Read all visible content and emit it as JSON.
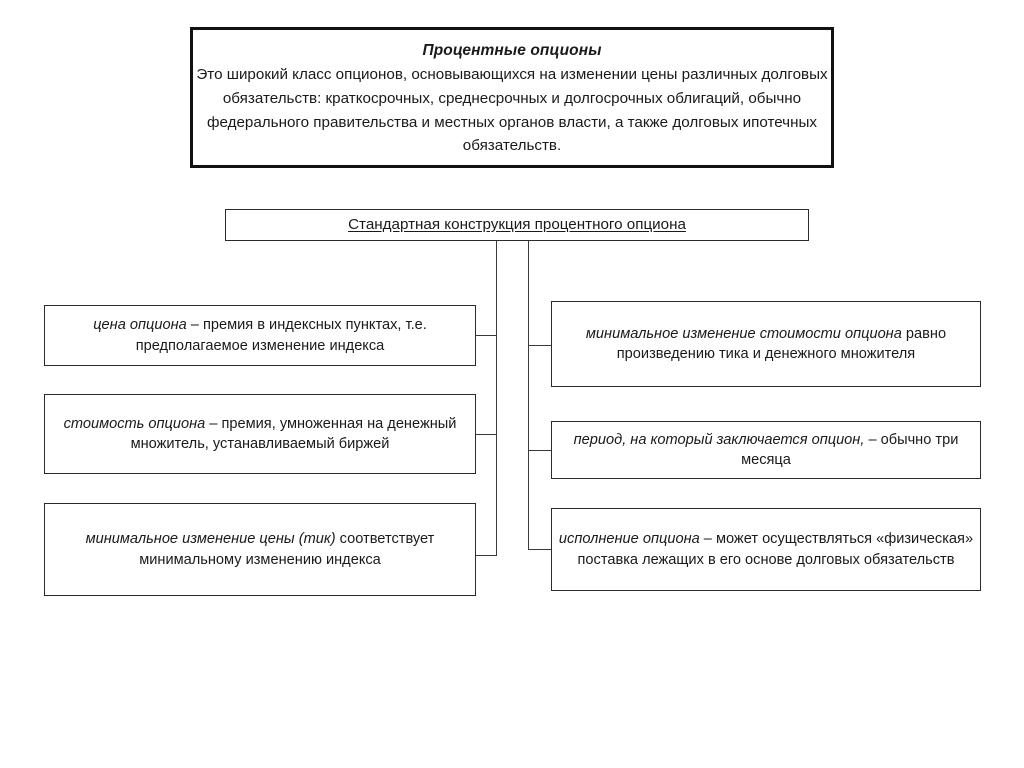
{
  "intro": {
    "title": "Процентные опционы",
    "body": "Это широкий класс опционов, основывающихся на изменении цены различных долговых обязательств: краткосрочных, среднесрочных и долгосрочных облигаций, обычно федерального правительства и местных органов власти, а также долговых ипотечных обязательств."
  },
  "header": {
    "label": "Стандартная конструкция процентного опциона"
  },
  "left_column": [
    {
      "term": "цена опциона",
      "rest": " – премия в индексных пунктах, т.е. предполагаемое изменение индекса",
      "full": "цена опциона – премия в индексных пунктах, т.е. предполагаемое изменение индекса"
    },
    {
      "term": "стоимость опциона",
      "rest": " – премия, умноженная на денежный множитель, устанавливаемый биржей",
      "full": "стоимость опциона – премия, умноженная на денежный множитель, устанавливаемый биржей"
    },
    {
      "term": "минимальное изменение цены (тик)",
      "rest": " соответствует минимальному изменению индекса",
      "full": "минимальное изменение цены (тик) соответствует минимальному изменению индекса"
    }
  ],
  "right_column": [
    {
      "term": "минимальное изменение стоимости опциона",
      "rest": " равно произведению тика и денежного множителя",
      "full": "минимальное изменение стоимости опциона равно произведению тика и денежного множителя"
    },
    {
      "term": "период, на который заключается  опцион,",
      "rest": " – обычно три месяца",
      "full": "период, на который заключается  опцион, – обычно три месяца"
    },
    {
      "term": "исполнение опциона",
      "rest": " – может осуществляться «физическая» поставка лежащих в его основе долговых обязательств",
      "full": "исполнение опциона – может осуществляться «физическая» поставка лежащих в его основе долговых обязательств"
    }
  ],
  "colors": {
    "background": "#ffffff",
    "box_border": "#2b2b2b",
    "intro_border": "#111111",
    "connector": "#3a3a3a",
    "text": "#1a1a1a"
  }
}
